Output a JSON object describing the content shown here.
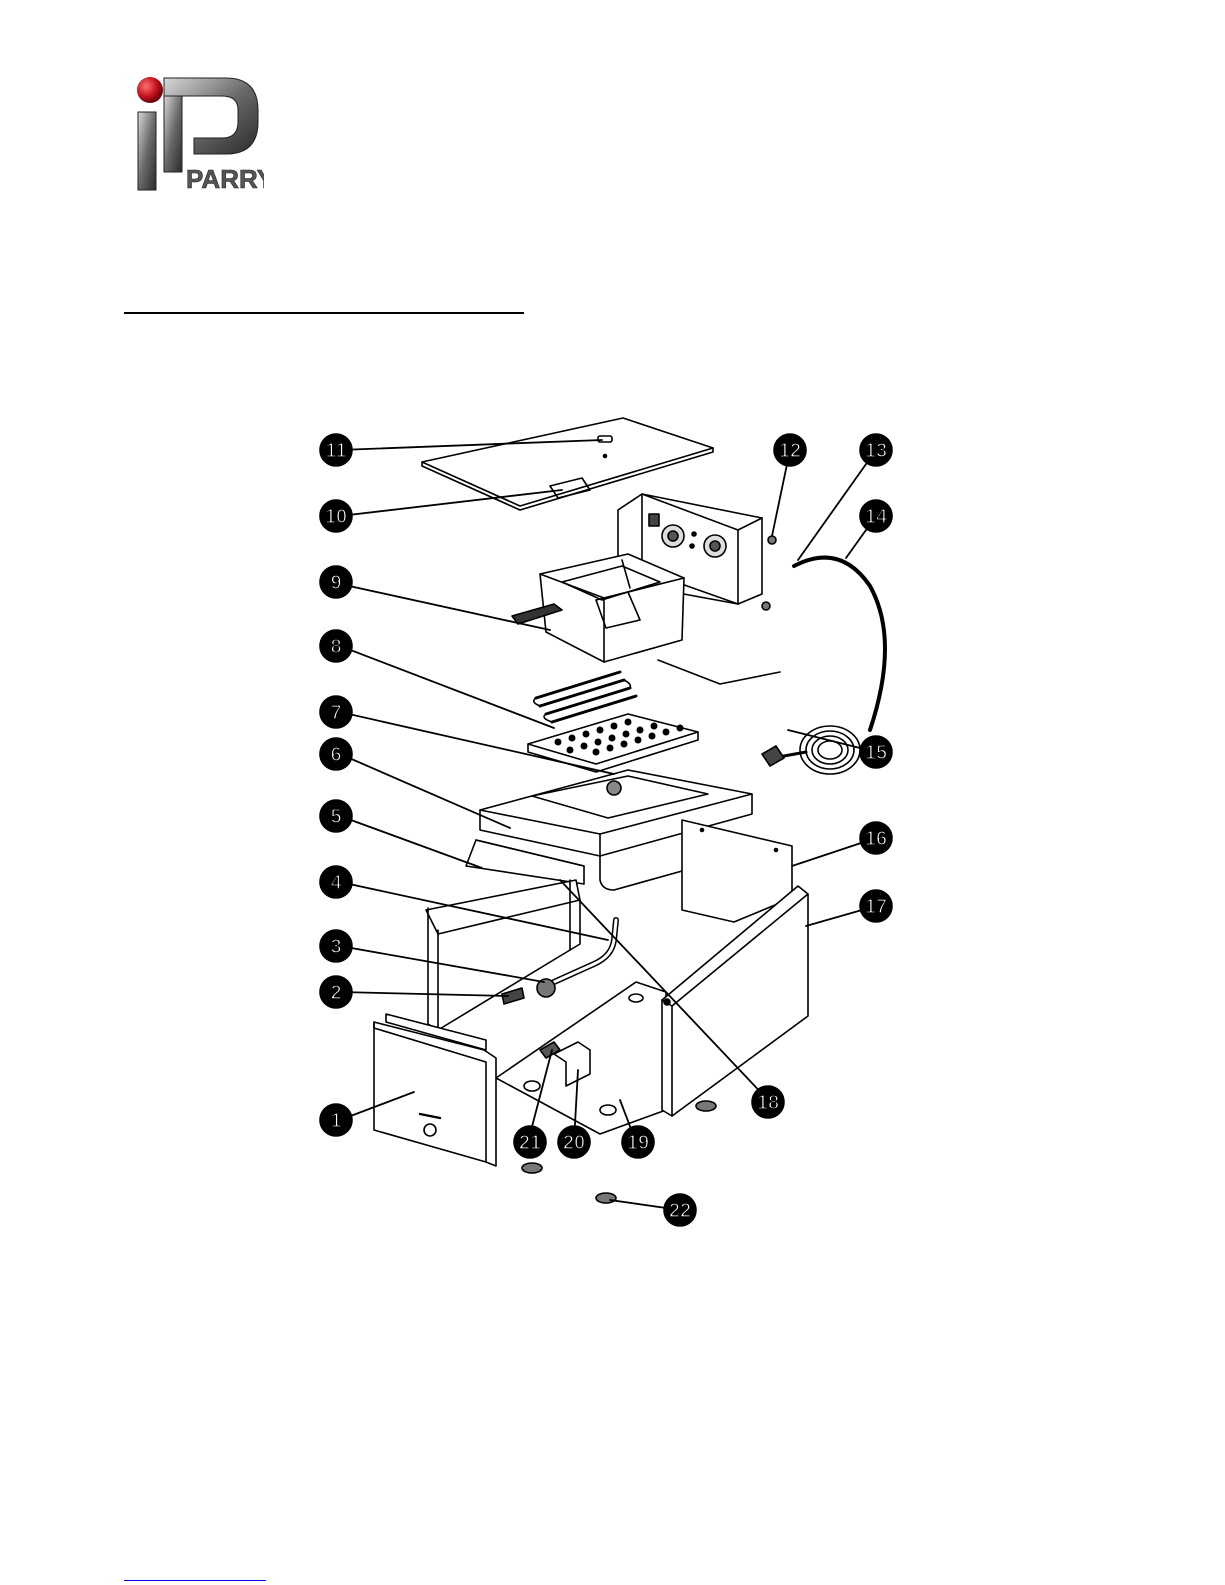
{
  "brand": {
    "name": "PARRY"
  },
  "diagram": {
    "callouts": [
      "1",
      "2",
      "3",
      "4",
      "5",
      "6",
      "7",
      "8",
      "9",
      "10",
      "11",
      "12",
      "13",
      "14",
      "15",
      "16",
      "17",
      "18",
      "19",
      "20",
      "21",
      "22"
    ]
  },
  "colors": {
    "ink": "#000000",
    "logo_red": "#c0101c",
    "footer_link": "#0000ee"
  }
}
